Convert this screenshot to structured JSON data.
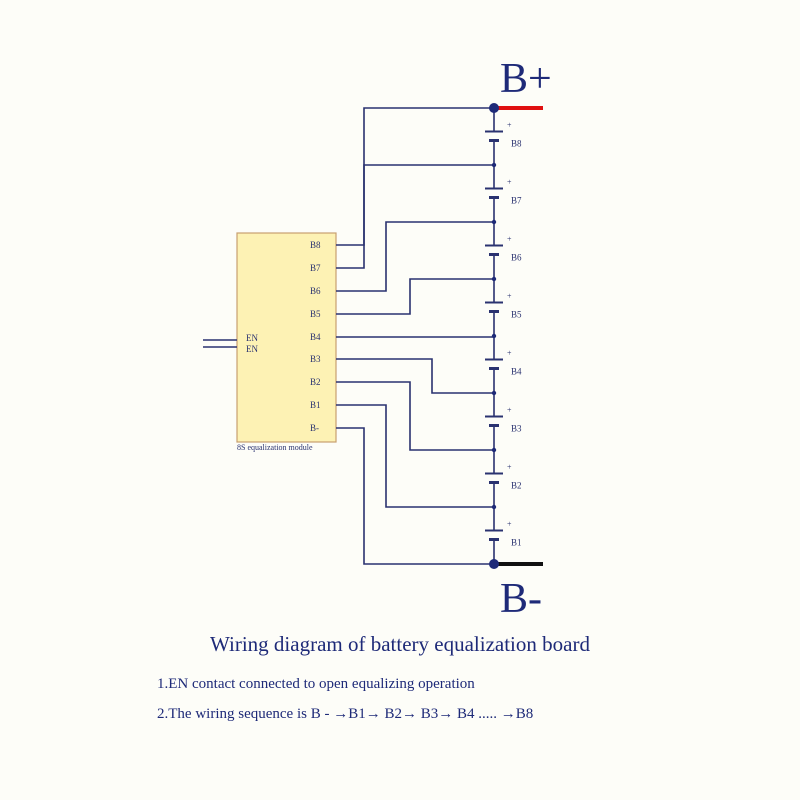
{
  "colors": {
    "wire": "#2a3270",
    "module_fill": "#fdf2b4",
    "module_border": "#c8a070",
    "positive_terminal": "#e01010",
    "negative_terminal": "#111111",
    "node": "#1e2a78"
  },
  "terminals": {
    "positive": "B+",
    "negative": "B-"
  },
  "module": {
    "name": "8S equalization module",
    "en_labels": [
      "EN",
      "EN"
    ],
    "pins": [
      "B8",
      "B7",
      "B6",
      "B5",
      "B4",
      "B3",
      "B2",
      "B1",
      "B-"
    ]
  },
  "cells": [
    {
      "label": "B8",
      "polarity": "+"
    },
    {
      "label": "B7",
      "polarity": "+"
    },
    {
      "label": "B6",
      "polarity": "+"
    },
    {
      "label": "B5",
      "polarity": "+"
    },
    {
      "label": "B4",
      "polarity": "+"
    },
    {
      "label": "B3",
      "polarity": "+"
    },
    {
      "label": "B2",
      "polarity": "+"
    },
    {
      "label": "B1",
      "polarity": "+"
    }
  ],
  "caption": "Wiring diagram of battery equalization board",
  "notes": [
    "1.EN contact connected to open equalizing operation",
    "2.The wiring sequence is B - →B1→ B2→ B3→ B4  ..... →B8"
  ]
}
